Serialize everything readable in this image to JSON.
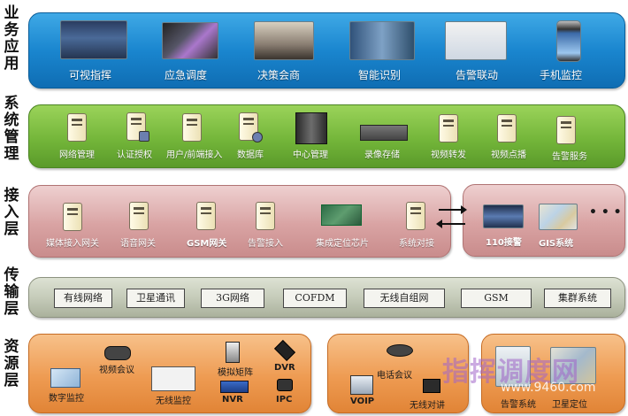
{
  "layers": [
    {
      "label": "业\n务\n应\n用"
    },
    {
      "label": "系\n统\n管\n理"
    },
    {
      "label": "接\n入\n层"
    },
    {
      "label": "传\n输\n层"
    },
    {
      "label": "资\n源\n层"
    }
  ],
  "business_items": [
    "可视指挥",
    "应急调度",
    "决策会商",
    "智能识别",
    "告警联动",
    "手机监控"
  ],
  "system_items": [
    "网络管理",
    "认证授权",
    "用户/前端接入",
    "数据库",
    "中心管理",
    "录像存储",
    "视频转发",
    "视频点播",
    "告警服务"
  ],
  "access_items": [
    "媒体接入网关",
    "语音网关",
    "GSM网关",
    "告警接入",
    "集成定位芯片",
    "系统对接"
  ],
  "access_external": [
    "110接警",
    "GIS系统",
    "• • •"
  ],
  "transport_items": [
    "有线网络",
    "卫星通讯",
    "3G网络",
    "COFDM",
    "无线自组网",
    "GSM",
    "集群系统"
  ],
  "resource_video": [
    "数字监控",
    "视频会议",
    "无线监控",
    "模拟矩阵",
    "DVR",
    "NVR",
    "IPC"
  ],
  "resource_voice": [
    "电话会议",
    "VOIP",
    "无线对讲"
  ],
  "resource_alarm": [
    "告警系统",
    "卫星定位"
  ],
  "watermark": {
    "main": "指挥调度网",
    "url": "www.9460.com"
  },
  "colors": {
    "business": "#1a86cf",
    "system": "#74b63a",
    "access": "#d9a3a3",
    "transport": "#c3c9b7",
    "resource": "#ee9b52"
  }
}
